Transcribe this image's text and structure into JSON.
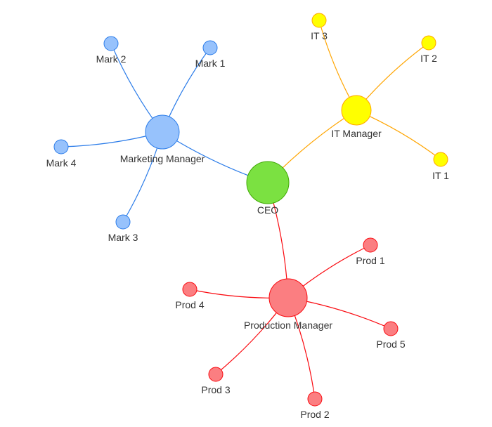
{
  "groups": {
    "ceo": {
      "fill": "#7be141",
      "border": "#41a906",
      "edge": "#41a906"
    },
    "marketing": {
      "fill": "#97c2fc",
      "border": "#2b7ce9",
      "edge": "#2b7ce9"
    },
    "it": {
      "fill": "#ffff00",
      "border": "#ffa500",
      "edge": "#ffa500"
    },
    "production": {
      "fill": "#fb7e81",
      "border": "#fa0a10",
      "edge": "#fa0a10"
    }
  },
  "nodes": [
    {
      "id": "ceo",
      "label": "CEO",
      "group": "ceo"
    },
    {
      "id": "mm",
      "label": "Marketing Manager",
      "group": "marketing"
    },
    {
      "id": "m1",
      "label": "Mark 1",
      "group": "marketing"
    },
    {
      "id": "m2",
      "label": "Mark 2",
      "group": "marketing"
    },
    {
      "id": "m3",
      "label": "Mark 3",
      "group": "marketing"
    },
    {
      "id": "m4",
      "label": "Mark 4",
      "group": "marketing"
    },
    {
      "id": "itm",
      "label": "IT Manager",
      "group": "it"
    },
    {
      "id": "it1",
      "label": "IT 1",
      "group": "it"
    },
    {
      "id": "it2",
      "label": "IT 2",
      "group": "it"
    },
    {
      "id": "it3",
      "label": "IT 3",
      "group": "it"
    },
    {
      "id": "pm",
      "label": "Production Manager",
      "group": "production"
    },
    {
      "id": "p1",
      "label": "Prod 1",
      "group": "production"
    },
    {
      "id": "p2",
      "label": "Prod 2",
      "group": "production"
    },
    {
      "id": "p3",
      "label": "Prod 3",
      "group": "production"
    },
    {
      "id": "p4",
      "label": "Prod 4",
      "group": "production"
    },
    {
      "id": "p5",
      "label": "Prod 5",
      "group": "production"
    }
  ],
  "edges": [
    {
      "from": "mm",
      "to": "ceo",
      "group": "marketing"
    },
    {
      "from": "itm",
      "to": "ceo",
      "group": "it"
    },
    {
      "from": "pm",
      "to": "ceo",
      "group": "production"
    },
    {
      "from": "m1",
      "to": "mm",
      "group": "marketing"
    },
    {
      "from": "m2",
      "to": "mm",
      "group": "marketing"
    },
    {
      "from": "m3",
      "to": "mm",
      "group": "marketing"
    },
    {
      "from": "m4",
      "to": "mm",
      "group": "marketing"
    },
    {
      "from": "it1",
      "to": "itm",
      "group": "it"
    },
    {
      "from": "it2",
      "to": "itm",
      "group": "it"
    },
    {
      "from": "it3",
      "to": "itm",
      "group": "it"
    },
    {
      "from": "p1",
      "to": "pm",
      "group": "production"
    },
    {
      "from": "p2",
      "to": "pm",
      "group": "production"
    },
    {
      "from": "p3",
      "to": "pm",
      "group": "production"
    },
    {
      "from": "p4",
      "to": "pm",
      "group": "production"
    },
    {
      "from": "p5",
      "to": "pm",
      "group": "production"
    }
  ]
}
